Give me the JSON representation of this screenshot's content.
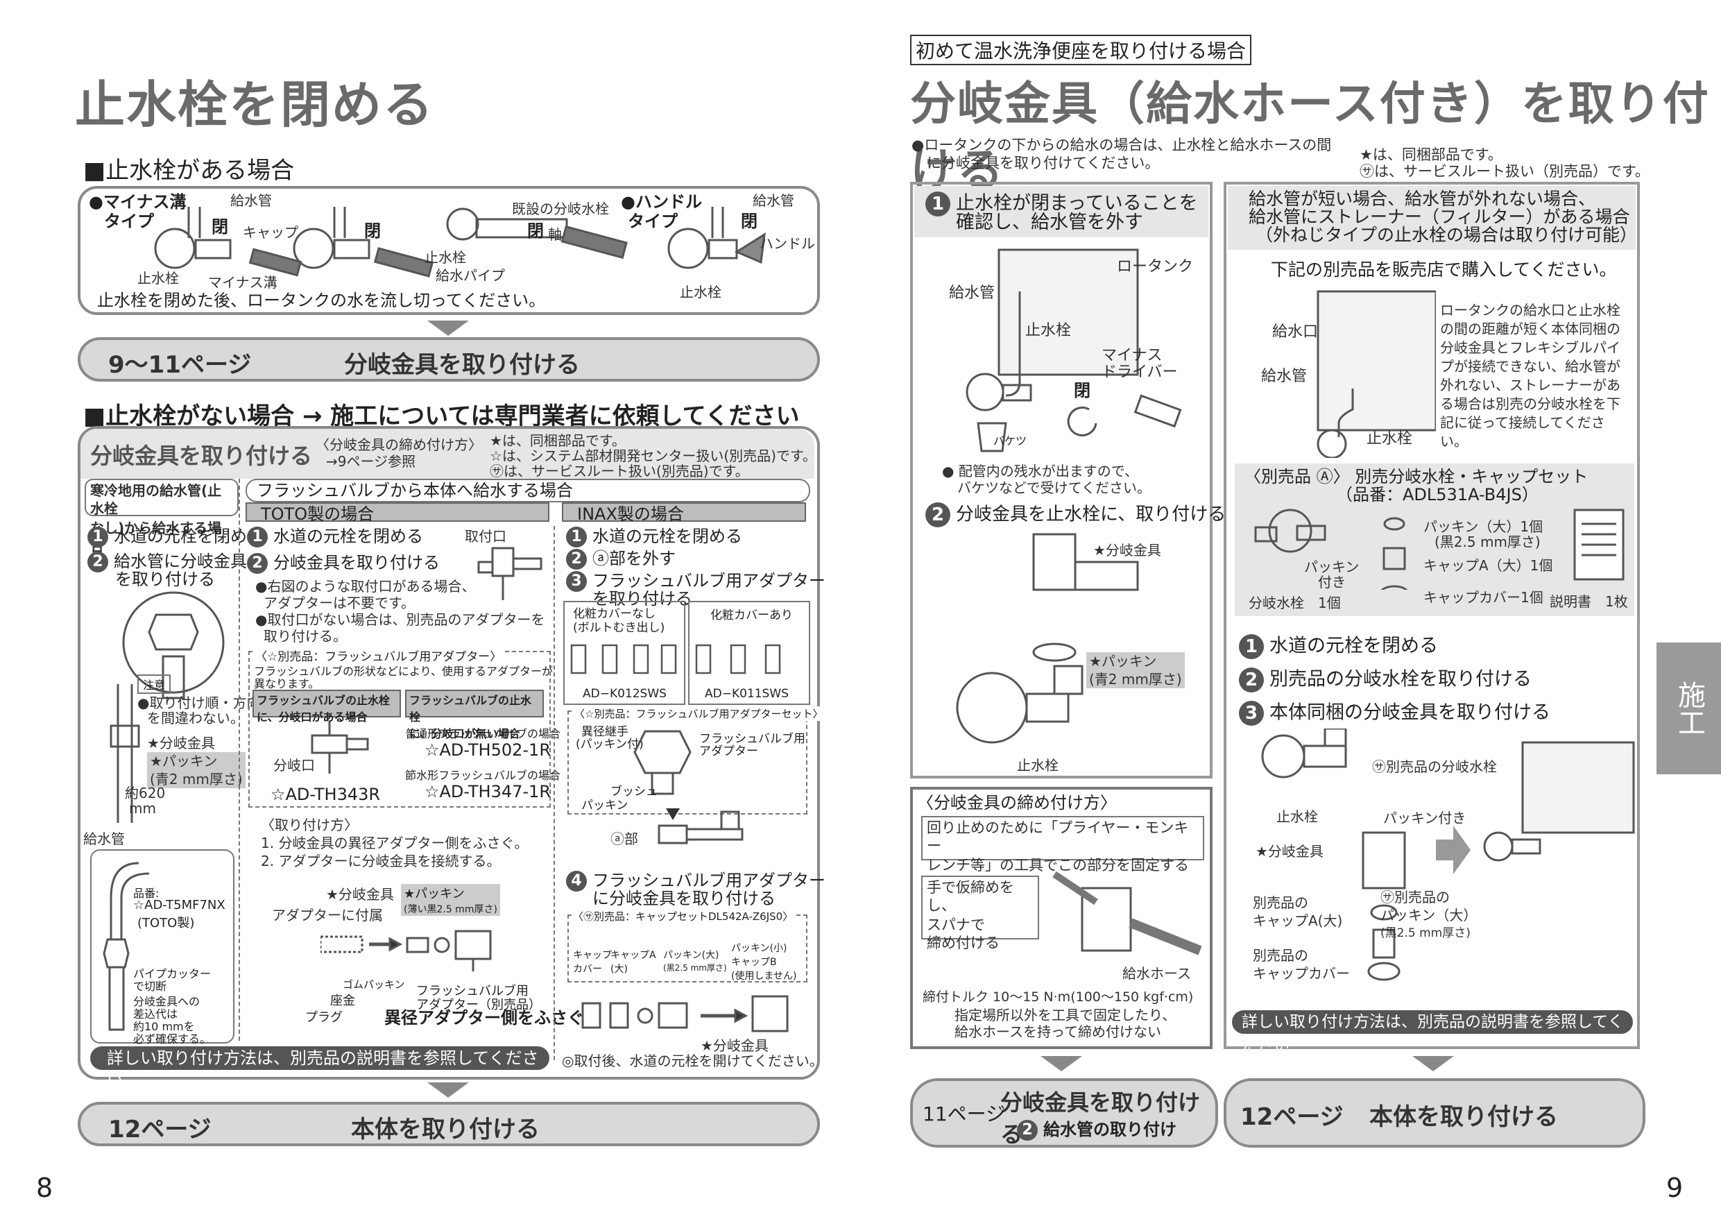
{
  "left": {
    "title": "止水栓を閉める",
    "section1": "■止水栓がある場合",
    "s1": {
      "type_minus": "●マイナス溝",
      "type_minus2": "タイプ",
      "type_handle": "●ハンドル",
      "type_handle2": "タイプ",
      "l_kyusuikan": "給水管",
      "l_close": "閉",
      "l_cap": "キャップ",
      "l_shisuisen": "止水栓",
      "l_minusmizo": "マイナス溝",
      "l_kisetsu": "既設の分岐水栓",
      "l_jiku": "軸",
      "l_kyusuipipe": "給水パイプ",
      "l_kyusuikan2": "給水管",
      "l_handle": "ハンドル",
      "l_shisuisen2": "止水栓",
      "note": "止水栓を閉めた後、ロータンクの水を流し切ってください。"
    },
    "pill1": {
      "page": "9～11ページ",
      "label": "分岐金具を取り付ける"
    },
    "section2": "■止水栓がない場合 → 施工については専門業者に依頼してください",
    "p2": {
      "head": "分岐金具を取り付ける",
      "ref1": "〈分岐金具の締め付け方〉",
      "ref2": "→9ページ参照",
      "legend1": "★は、同梱部品です。",
      "legend2": "☆は、システム部材開発センター扱い(別売品)です。",
      "legend3": "㋚は、サービスルート扱い(別売品)です。",
      "cold1": "寒冷地用の給水管(止水栓",
      "cold2": "なし)から給水する場合",
      "flush_head": "フラッシュバルブから本体へ給水する場合",
      "toto": "TOTO製の場合",
      "inax": "INAX製の場合",
      "c1_step1": "水道の元栓を閉める",
      "c1_step2a": "給水管に分岐金具",
      "c1_step2b": "を取り付ける",
      "chui": "注意",
      "chui1": "●取り付け順・方向",
      "chui2": "を間違わない。",
      "bunki": "★分岐金具",
      "packing": "★パッキン",
      "packing2": "(青2 mm厚さ)",
      "yaku": "約620",
      "mm": "mm",
      "kyusuikan": "給水管",
      "hinban": "品番:",
      "hinban2": "☆AD-T5MF7NX",
      "hinban3": "(TOTO製)",
      "pipecut1": "パイプカッター",
      "pipecut2": "で切断",
      "sashikomi1": "分岐金具への",
      "sashikomi2": "差込代は",
      "sashikomi3": "約10 mmを",
      "sashikomi4": "必ず確保する。",
      "t1": "水道の元栓を閉める",
      "t2": "分岐金具を取り付ける",
      "torituke": "取付口",
      "tb1": "●右図のような取付口がある場合、",
      "tb2": "アダプターは不要です。",
      "tb3": "●取付口がない場合は、別売品のアダプターを",
      "tb4": "取り付ける。",
      "adapt_head": "〈☆別売品：フラッシュバルブ用アダプター〉",
      "adapt1": "フラッシュバルブの形状などにより、使用するアダプターが",
      "adapt2": "異なります。",
      "g1a": "フラッシュバルブの止水栓",
      "g1b": "に、分岐口がある場合",
      "g2a": "フラッシュバルブの止水栓",
      "g2b": "に、分岐口が無い場合",
      "futsu": "普通形フラッシュバルブの場合",
      "th502": "☆AD-TH502-1R",
      "bunkiguchi": "分岐口",
      "setsusui": "節水形フラッシュバルブの場合",
      "th347": "☆AD-TH347-1R",
      "th343": "☆AD-TH343R",
      "kata": "〈取り付け方〉",
      "kata1": "1. 分岐金具の異径アダプター側をふさぐ。",
      "kata2": "2. アダプターに分岐金具を接続する。",
      "bunki2": "★分岐金具",
      "packing3": "★パッキン",
      "packing4": "(薄い黒2.5 mm厚さ)",
      "adapt_fuzoku": "アダプターに付属",
      "gomu": "ゴムパッキン",
      "zagane": "座金",
      "plug": "プラグ",
      "fv_adapt": "フラッシュバルブ用",
      "fv_adapt2": "アダプター（別売品）",
      "ikei": "異径アダプター側をふさぐ",
      "i1": "水道の元栓を閉める",
      "i2": "ⓐ部を外す",
      "i3a": "フラッシュバルブ用アダプター",
      "i3b": "を取り付ける",
      "kesho_nashi": "化粧カバーなし",
      "kesho_nashi2": "(ボルトむき出し)",
      "kesho_ari": "化粧カバーあり",
      "k012": "AD−K012SWS",
      "k011": "AD−K011SWS",
      "set_head": "〈☆別売品：フラッシュバルブ用アダプターセット〉",
      "ikei_tsugite": "異径継手",
      "ikei_tsugite2": "(パッキン付)",
      "fv_ad": "フラッシュバルブ用",
      "fv_ad2": "アダプター",
      "push": "ブッシュ",
      "pack": "パッキン",
      "abu": "ⓐ部",
      "i4a": "フラッシュバルブ用アダプター",
      "i4b": "に分岐金具を取り付ける",
      "cap_head": "〈㋚別売品：キャップセットDL542A-Z6JS0〉",
      "cap_cover": "キャップ",
      "cap_cover2": "カバー",
      "capA": "キャップA",
      "capA2": "(大)",
      "packL": "パッキン(大)",
      "packL2": "(黒2.5 mm厚さ)",
      "packS": "パッキン(小)",
      "capB": "キャップB",
      "unused": "(使用しません)",
      "bunki3": "★分岐金具",
      "bottom_bar": "詳しい取り付け方法は、別売品の説明書を参照してください",
      "after": "◎取付後、水道の元栓を開けてください。"
    },
    "pill2": {
      "page": "12ページ",
      "label": "本体を取り付ける"
    },
    "page_no": "8"
  },
  "right": {
    "tag": "初めて温水洗浄便座を取り付ける場合",
    "title": "分岐金具（給水ホース付き）を取り付ける",
    "intro1": "●ロータンクの下からの給水の場合は、止水栓と給水ホースの間",
    "intro2": "に分岐金具を取り付けてください。",
    "legend1": "★は、同梱部品です。",
    "legend2": "㋚は、サービスルート扱い（別売品）です。",
    "a1a": "止水栓が閉まっていることを",
    "a1b": "確認し、給水管を外す",
    "lowtank": "ロータンク",
    "kyusuikan": "給水管",
    "shisuisen": "止水栓",
    "minus": "マイナス",
    "driver": "ドライバー",
    "close": "閉",
    "baketsu": "バケツ",
    "zansui1": "● 配管内の残水が出ますので、",
    "zansui2": "バケツなどで受けてください。",
    "a2": "分岐金具を止水栓に、取り付ける",
    "bunki": "★分岐金具",
    "packing": "★パッキン",
    "packing2": "(青2 mm厚さ)",
    "shisuisen2": "止水栓",
    "shime_head": "〈分岐金具の締め付け方〉",
    "shime1": "回り止めのために「プライヤー・モンキー",
    "shime2": "レンチ等」の工具でこの部分を固定する",
    "kari1": "手で仮締めをし、",
    "kari2": "スパナで",
    "kari3": "締め付ける",
    "hose": "給水ホース",
    "torque": "締付トルク 10～15 N·m(100～150 kgf·cm)",
    "shitei1": "指定場所以外を工具で固定したり、",
    "shitei2": "給水ホースを持って締め付けない",
    "b_head1": "給水管が短い場合、給水管が外れない場合、",
    "b_head2": "給水管にストレーナー（フィルター）がある場合",
    "b_head3": "（外ねじタイプの止水栓の場合は取り付け可能）",
    "buy": "下記の別売品を販売店で購入してください。",
    "kyusuiguchi": "給水口",
    "kyusuikan2": "給水管",
    "shisuisen3": "止水栓",
    "desc": [
      "ロータンクの給水口と止水栓",
      "の間の距離が短く本体同梱の",
      "分岐金具とフレキシブルパイ",
      "プが接続できない、給水管が",
      "外れない、ストレーナーがあ",
      "る場合は別売の分岐水栓を下",
      "記に従って接続してくださ",
      "い。"
    ],
    "opt1": "〈別売品 Ⓐ〉 別売分岐水栓・キャップセット",
    "opt2": "（品番：ADL531A-B4JS）",
    "pkL": "パッキン（大）1個",
    "pkL2": "(黒2.5 mm厚さ)",
    "pkwith": "パッキン",
    "pkwith2": "付き",
    "capA": "キャップA（大）1個",
    "bunkisuisen": "分岐水栓　1個",
    "capcover": "キャップカバー1個",
    "manual": "説明書　1枚",
    "b1": "水道の元栓を閉める",
    "b2": "別売品の分岐水栓を取り付ける",
    "b3": "本体同梱の分岐金具を取り付ける",
    "betsu_bunki": "㋚別売品の分岐水栓",
    "shisuisen4": "止水栓",
    "pk_tsuki": "パッキン付き",
    "bunki4": "★分岐金具",
    "betsu_capA1": "別売品の",
    "betsu_capA2": "キャップA(大)",
    "betsu_pk1": "㋚別売品の",
    "betsu_pk2": "パッキン（大）",
    "betsu_pk3": "(黒2.5 mm厚さ)",
    "betsu_cc1": "別売品の",
    "betsu_cc2": "キャップカバー",
    "bottom_bar": "詳しい取り付け方法は、別売品の説明書を参照してください",
    "pillA": {
      "page": "11ページ",
      "label": "分岐金具を取り付ける",
      "sub": "給水管の取り付け"
    },
    "pillB": {
      "page": "12ページ",
      "label": "本体を取り付ける"
    },
    "side_tab": "施工",
    "page_no": "9"
  }
}
